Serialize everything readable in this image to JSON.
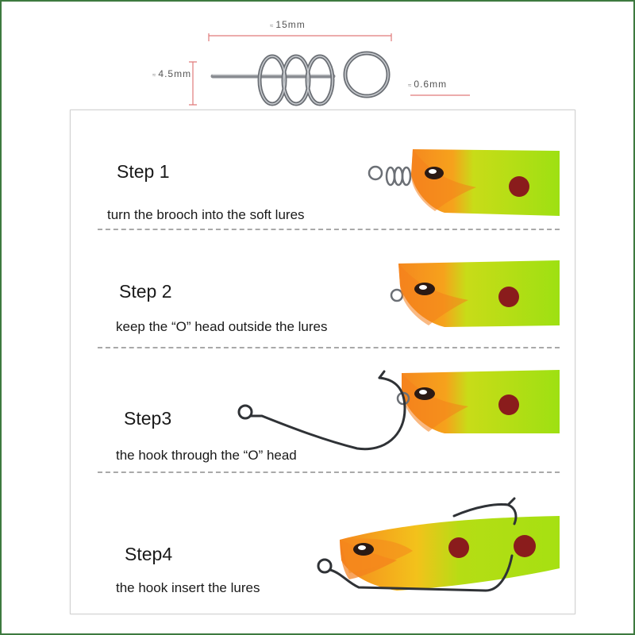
{
  "spec": {
    "approx_symbol": "≈",
    "length": "15mm",
    "diameter": "4.5mm",
    "wire": "0.6mm"
  },
  "steps": [
    {
      "title": "Step 1",
      "description": "turn the brooch into the soft lures"
    },
    {
      "title": "Step 2",
      "description": "keep the “O” head outside the lures"
    },
    {
      "title": "Step3",
      "description": "the hook through the “O” head"
    },
    {
      "title": "Step4",
      "description": "the hook insert the lures"
    }
  ],
  "colors": {
    "frame_border": "#3d7a3f",
    "dimension_line": "#e07a7a",
    "lure_orange": "#f5881f",
    "lure_green": "#9ee012",
    "lure_spot": "#8a1c1c",
    "divider": "#a9a9a9"
  }
}
